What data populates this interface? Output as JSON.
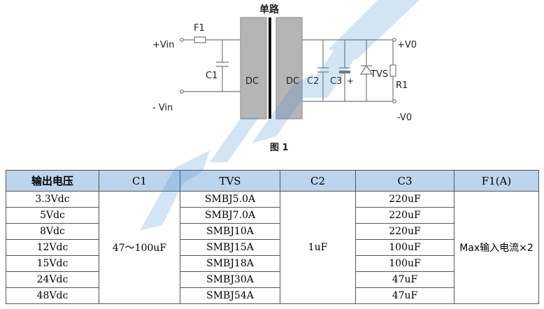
{
  "figure": {
    "title": "单路",
    "caption": "图 1",
    "labels": {
      "f1": "F1",
      "vin_plus": "+Vin",
      "vin_minus": "- Vin",
      "c1": "C1",
      "dc_left": "DC",
      "dc_right": "DC",
      "c2": "C2",
      "c3": "C3",
      "plus": "+",
      "tvs": "TVS",
      "r1": "R1",
      "vo_plus": "+V0",
      "vo_minus": "-V0"
    }
  },
  "table": {
    "headers": [
      "输出电压",
      "C1",
      "TVS",
      "C2",
      "C3",
      "F1(A)"
    ],
    "rows": [
      {
        "voltage": "3.3Vdc",
        "tvs": "SMBJ5.0A",
        "c3": "220uF"
      },
      {
        "voltage": "5Vdc",
        "tvs": "SMBJ7.0A",
        "c3": "220uF"
      },
      {
        "voltage": "8Vdc",
        "tvs": "SMBJ10A",
        "c3": "220uF"
      },
      {
        "voltage": "12Vdc",
        "tvs": "SMBJ15A",
        "c3": "100uF"
      },
      {
        "voltage": "15Vdc",
        "tvs": "SMBJ18A",
        "c3": "100uF"
      },
      {
        "voltage": "24Vdc",
        "tvs": "SMBJ30A",
        "c3": "47uF"
      },
      {
        "voltage": "48Vdc",
        "tvs": "SMBJ54A",
        "c3": "47uF"
      }
    ],
    "merged": {
      "c1": "47～100uF",
      "c2": "1uF",
      "f1": "Max输入电流×2"
    }
  },
  "colors": {
    "header_bg": "#bcd4ec",
    "watermark": "#3a8ad6"
  }
}
